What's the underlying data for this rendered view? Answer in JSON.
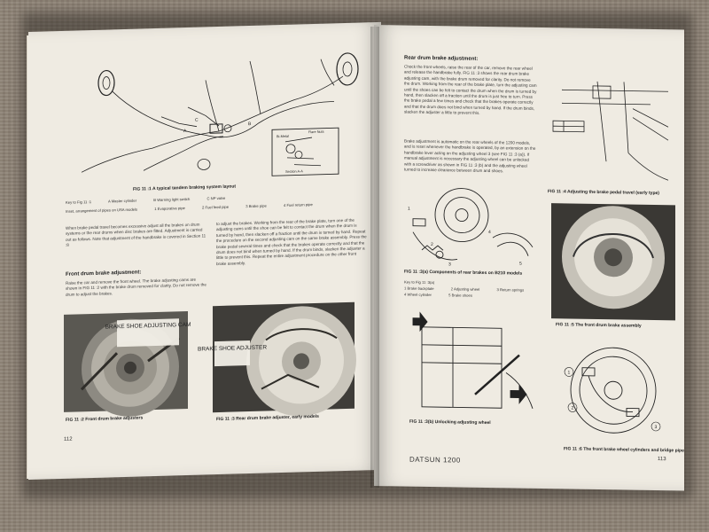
{
  "left_page": {
    "fig_11_1": {
      "caption": "FIG 11 :1   A typical tandem braking system layout",
      "section_labels": [
        "Bi-Metal",
        "Flare Nuts"
      ],
      "section_caption": "Section A-A",
      "markers": [
        "A",
        "C",
        "B"
      ],
      "key_intro": "Key to Fig 11 :1",
      "key": [
        "A  Master cylinder",
        "B  Warning light switch",
        "C  NP valve"
      ],
      "inset_intro": "Inset, arrangement of pipes on USA models",
      "inset_key": [
        "1  Evaporative pipe",
        "2  Fuel feed pipe",
        "3  Brake pipe",
        "4  Fuel return pipe"
      ]
    },
    "intro_paragraph": "When brake pedal travel becomes excessive adjust all the brakes on drum systems or the rear drums when disc brakes are fitted. Adjustment is carried out as follows. Note that adjustment of the handbrake is covered in Section 11 :8",
    "front_heading": "Front drum brake adjustment:",
    "front_paragraph": "Raise the car and remove the front wheel. The brake adjusting cams are shown in FIG 11 :2 with the brake drum removed for clarity. Do not remove the drum to adjust the brakes.",
    "column2_paragraph": "to adjust the brakes. Working from the rear of the brake plate, turn one of the adjusting cams until the shoe can be felt to contact the drum when the drum is turned by hand, then slacken off a fraction until the drum is turned by hand. Repeat the procedure on the second adjusting cam on the same brake assembly. Press the brake pedal several times and check that the brakes operate correctly and that the drum does not bind when turned by hand. If the drum binds, slacken the adjuster a little to prevent this. Repeat the entire adjustment procedure on the other front brake assembly.",
    "fig_11_2": {
      "label": "BRAKE SHOE ADJUSTING CAM",
      "caption": "FIG 11 :2   Front drum brake adjusters"
    },
    "fig_11_3": {
      "label": "BRAKE SHOE ADJUSTER",
      "caption": "FIG 11 :3   Rear drum brake adjuster, early models"
    },
    "page_number": "112"
  },
  "right_page": {
    "rear_heading": "Rear drum brake adjustment:",
    "rear_paragraph": "Chock the front wheels, raise the rear of the car, remove the rear wheel and release the handbrake fully. FIG 11 :3 shows the rear drum brake adjusting cam, with the brake drum removed for clarity. Do not remove the drum. Working from the rear of the brake plate, turn the adjusting cam until the shoes can be felt to contact the drum when the drum is turned by hand, then slacken off a fraction until the drum is just free to turn. Press the brake pedal a few times and check that the brakes operate correctly and that the drum does not bind when turned by hand. If the drum binds, slacken the adjuster a little to prevent this.",
    "rear_paragraph_2": "Brake adjustment is automatic on the rear wheels of the 1200 models, and is reset whenever the handbrake is operated, by an extension on the handbrake lever acting on the adjusting wheel 3 (see FIG 11 :3 (a)). If manual adjustment is necessary the adjusting wheel can be unlocked with a screwdriver as shown in FIG 11 :3 (b) and the adjusting wheel turned to increase clearance between drum and shoes.",
    "fig_11_4": {
      "caption": "FIG 11 :4   Adjusting the brake pedal travel (early type)"
    },
    "fig_11_3a": {
      "caption": "FIG 11 :3(a)   Components of rear brakes on B210 models",
      "key_intro": "Key to Fig 11 :3(a)",
      "key": [
        "1  Brake backplate",
        "2  Adjusting wheel",
        "3  Return springs",
        "4  Wheel cylinder",
        "5  Brake shoes"
      ],
      "markers": [
        "1",
        "2",
        "3",
        "4",
        "5"
      ]
    },
    "fig_11_5": {
      "caption": "FIG 11 :5   The front drum brake assembly"
    },
    "fig_11_3b": {
      "caption": "FIG 11 :3(b)   Unlocking adjusting wheel"
    },
    "fig_11_6": {
      "caption": "FIG 11 :6   The front brake wheel cylinders and bridge pipes",
      "markers": [
        "1",
        "2",
        "3"
      ]
    },
    "footer_title": "DATSUN 1200",
    "page_number": "113"
  }
}
